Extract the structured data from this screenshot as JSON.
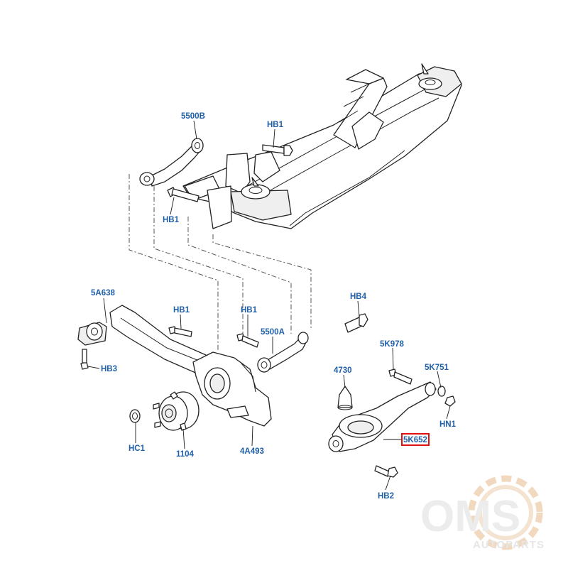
{
  "labels": {
    "l_5500B": "5500B",
    "l_HB1_top": "HB1",
    "l_HB1_left": "HB1",
    "l_5A638": "5A638",
    "l_HB1_mid1": "HB1",
    "l_HB1_mid2": "HB1",
    "l_5500A": "5500A",
    "l_HB4": "HB4",
    "l_HB3": "HB3",
    "l_5K978": "5K978",
    "l_4730": "4730",
    "l_5K751": "5K751",
    "l_HN1": "HN1",
    "l_5K652": "5K652",
    "l_HC1": "HC1",
    "l_1104": "1104",
    "l_4A493": "4A493",
    "l_HB2": "HB2"
  },
  "highlighted_label": "5K652",
  "watermark": {
    "brand": "OMS",
    "tagline": "AUTOPARTS"
  },
  "colors": {
    "callout_text": "#1f5fa8",
    "highlight_box": "#e01010",
    "line_art": "#222222"
  }
}
